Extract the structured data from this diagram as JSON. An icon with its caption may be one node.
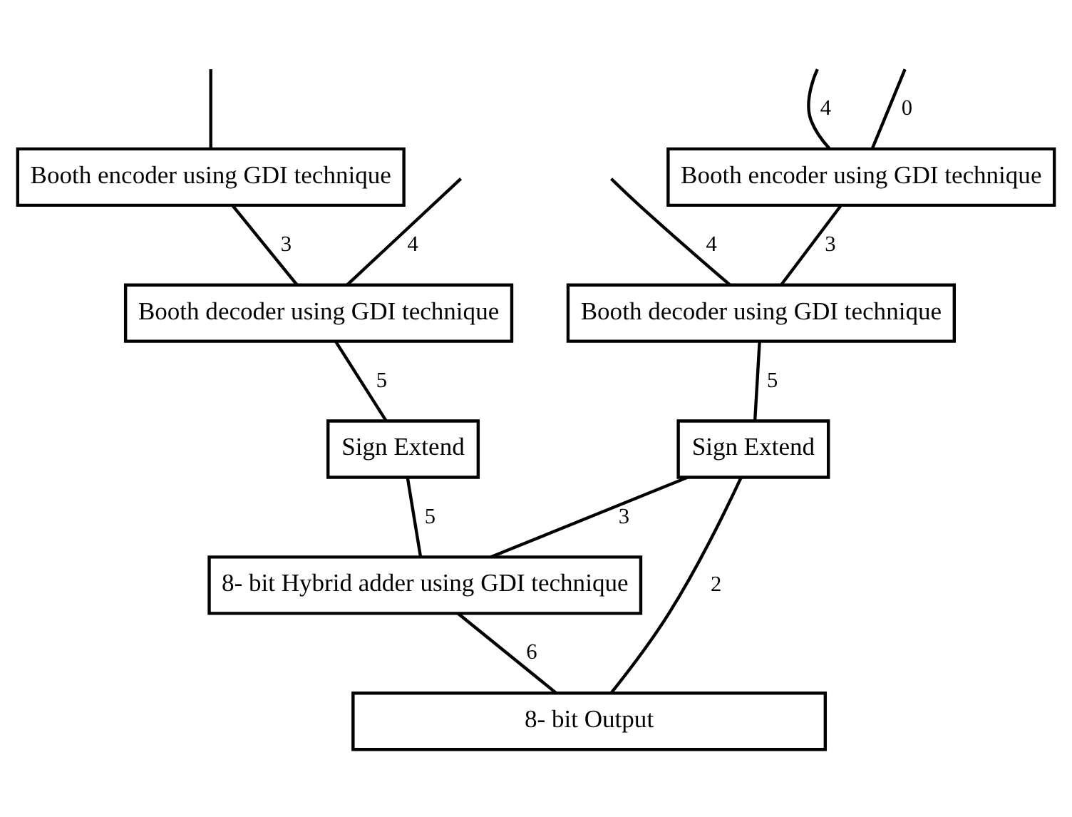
{
  "diagram": {
    "nodes": [
      {
        "text": [
          "Booth encoder using GDI technique"
        ]
      },
      {
        "text": [
          "Booth encoder using GDI technique"
        ]
      },
      {
        "text": [
          "Booth decoder using GDI technique"
        ]
      },
      {
        "text": [
          "Booth decoder using GDI technique"
        ]
      },
      {
        "text": [
          "Sign Extend"
        ]
      },
      {
        "text": [
          "Sign Extend"
        ]
      },
      {
        "text": [
          "8- bit Hybrid adder using GDI technique"
        ]
      },
      {
        "text": [
          "8- bit Output"
        ]
      }
    ],
    "edges": [
      {
        "from": null,
        "to": 0,
        "arrow": "none",
        "label": "4"
      },
      {
        "from": null,
        "to": 1,
        "arrow": "none"
      },
      {
        "from": null,
        "to": 0,
        "arrow": "none",
        "label": "0"
      },
      {
        "from": null,
        "to": 3,
        "arrow": "none",
        "label": "4"
      },
      {
        "from": null,
        "to": 2,
        "arrow": "none",
        "label": "4"
      },
      {
        "from": 0,
        "to": 3,
        "arrow": "none",
        "label": "3"
      },
      {
        "from": 1,
        "to": 2,
        "arrow": "none",
        "label": "3"
      },
      {
        "from": 2,
        "to": 4,
        "arrow": "none",
        "label": "5"
      },
      {
        "from": 3,
        "to": 5,
        "arrow": "none",
        "label": "5"
      },
      {
        "from": 4,
        "to": 6,
        "arrow": "none",
        "label": "5"
      },
      {
        "from": 5,
        "to": 6,
        "arrow": "none",
        "label": "3"
      },
      {
        "from": 5,
        "to": 7,
        "arrow": "none",
        "label": "2"
      },
      {
        "from": 6,
        "to": 7,
        "arrow": "none",
        "label": "6"
      }
    ]
  }
}
